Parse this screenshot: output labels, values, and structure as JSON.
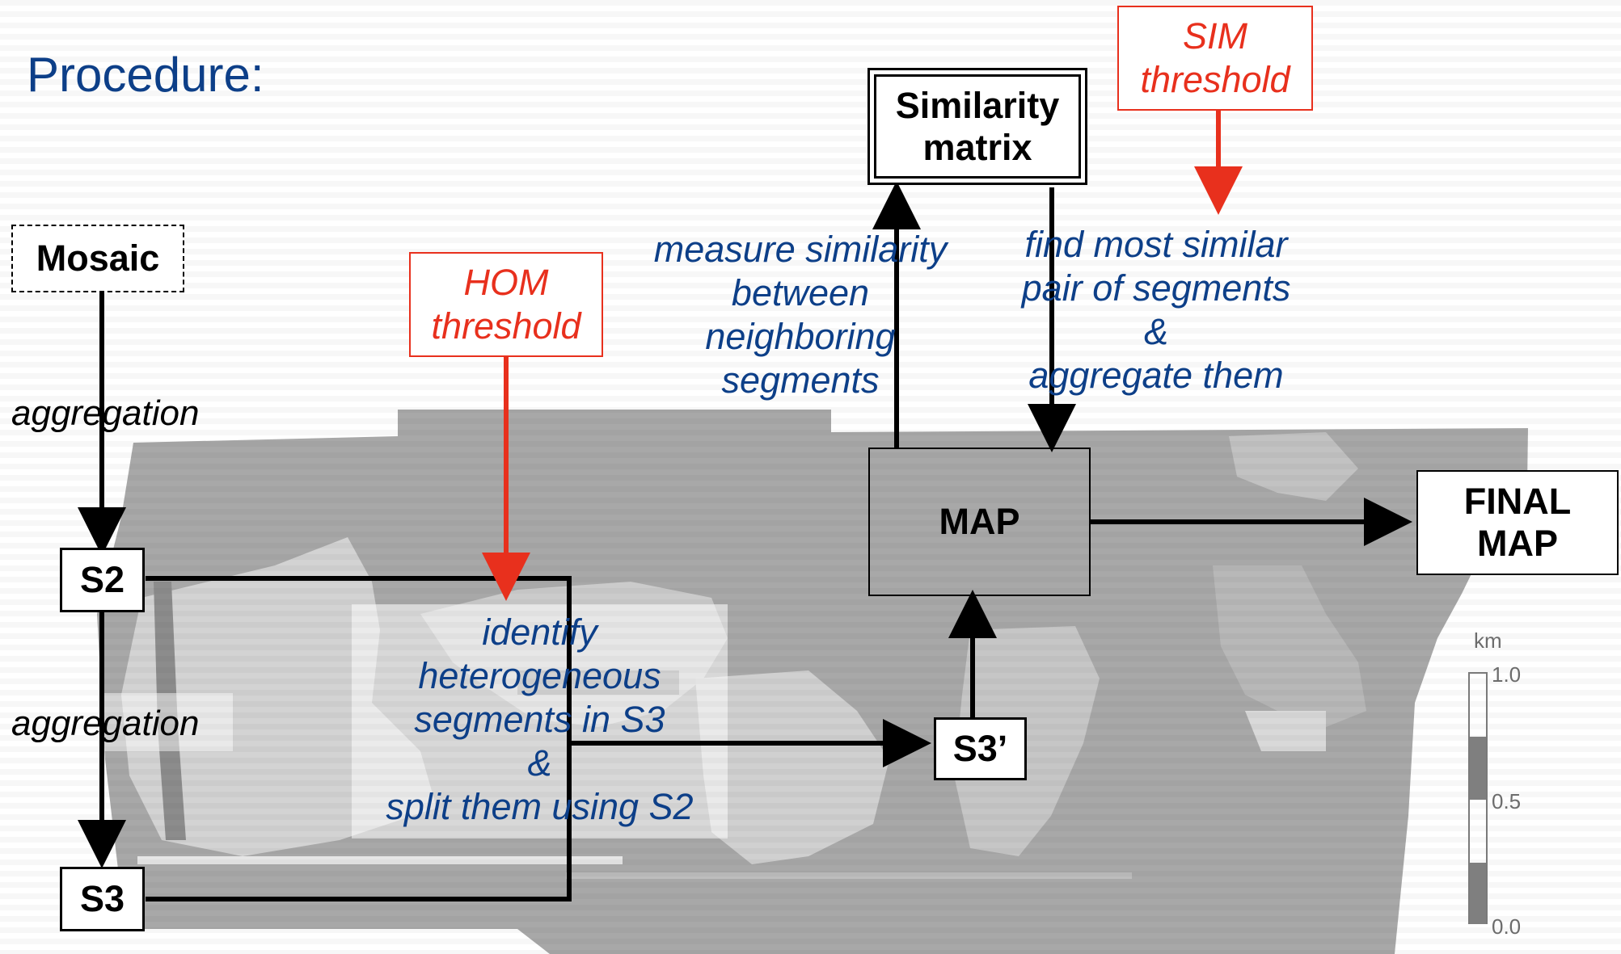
{
  "title": "Procedure:",
  "nodes": {
    "mosaic": "Mosaic",
    "s2": "S2",
    "s3": "S3",
    "s3prime": "S3’",
    "map": "MAP",
    "final_map": [
      "FINAL",
      "MAP"
    ],
    "similarity_matrix": [
      "Similarity",
      "matrix"
    ]
  },
  "thresholds": {
    "hom": [
      "HOM",
      "threshold"
    ],
    "sim": [
      "SIM",
      "threshold"
    ]
  },
  "steps": {
    "aggregation_1": "aggregation",
    "aggregation_2": "aggregation",
    "identify": [
      "identify",
      "heterogeneous",
      "segments in S3",
      "&",
      "split them using S2"
    ],
    "measure": [
      "measure similarity",
      "between",
      "neighboring",
      "segments"
    ],
    "find": [
      "find most similar",
      "pair of segments",
      "&",
      "aggregate them"
    ]
  },
  "scale_bar": {
    "unit": "km",
    "ticks": [
      "1.0",
      "0.5",
      "0.0"
    ]
  },
  "colors": {
    "title": "#0d3f88",
    "step_text": "#0d3f88",
    "threshold": "#e8301d",
    "arrow": "#000000",
    "background_map": "#a9a9a9"
  }
}
